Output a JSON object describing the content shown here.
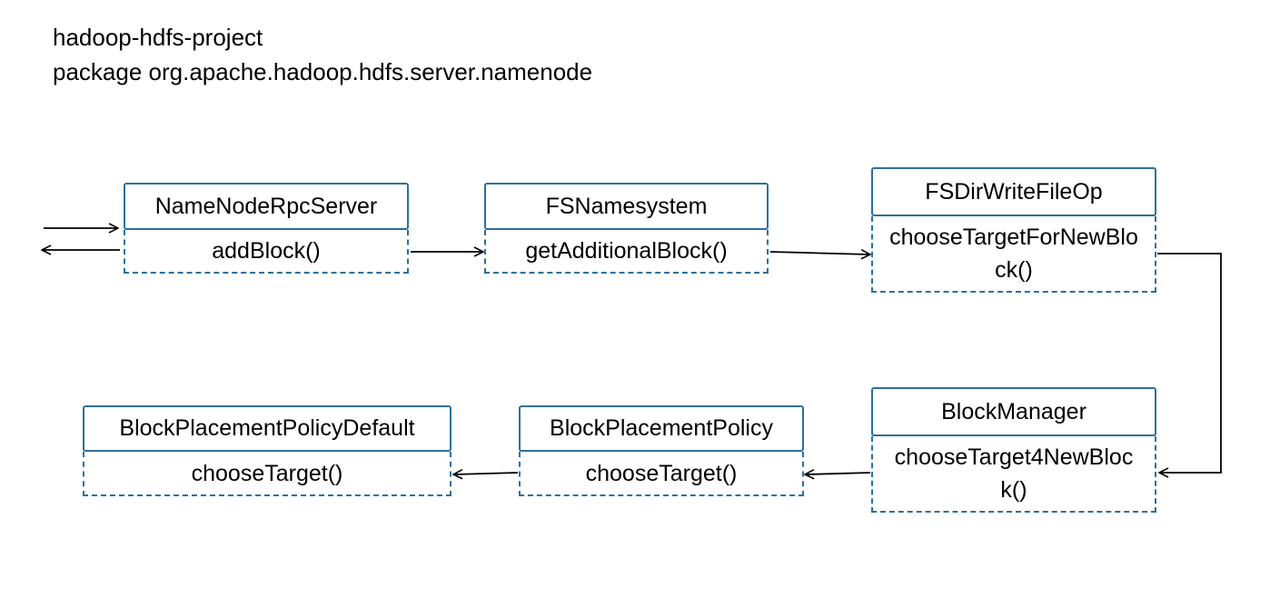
{
  "header": {
    "project": "hadoop-hdfs-project",
    "package": "package org.apache.hadoop.hdfs.server.namenode"
  },
  "nodes": [
    {
      "class": "NameNodeRpcServer",
      "method": "addBlock()"
    },
    {
      "class": "FSNamesystem",
      "method": "getAdditionalBlock()"
    },
    {
      "class": "FSDirWriteFileOp",
      "method": "chooseTargetForNewBlock()"
    },
    {
      "class": "BlockManager",
      "method": "chooseTarget4NewBlock()"
    },
    {
      "class": "BlockPlacementPolicy",
      "method": "chooseTarget()"
    },
    {
      "class": "BlockPlacementPolicyDefault",
      "method": "chooseTarget()"
    }
  ],
  "colors": {
    "box_border": "#2e6f9e",
    "arrow": "#000000"
  }
}
